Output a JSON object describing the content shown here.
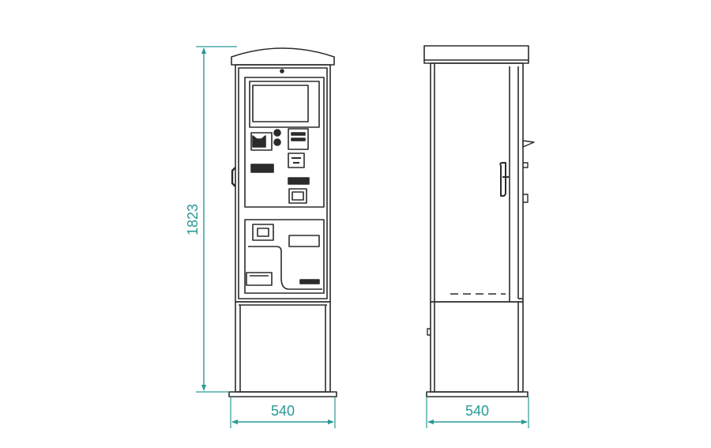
{
  "colors": {
    "outline": "#2b2b2b",
    "dimension": "#2a9a96",
    "background": "#ffffff"
  },
  "front_view": {
    "height_label": "1823",
    "width_label": "540"
  },
  "side_view": {
    "width_label": "540"
  }
}
